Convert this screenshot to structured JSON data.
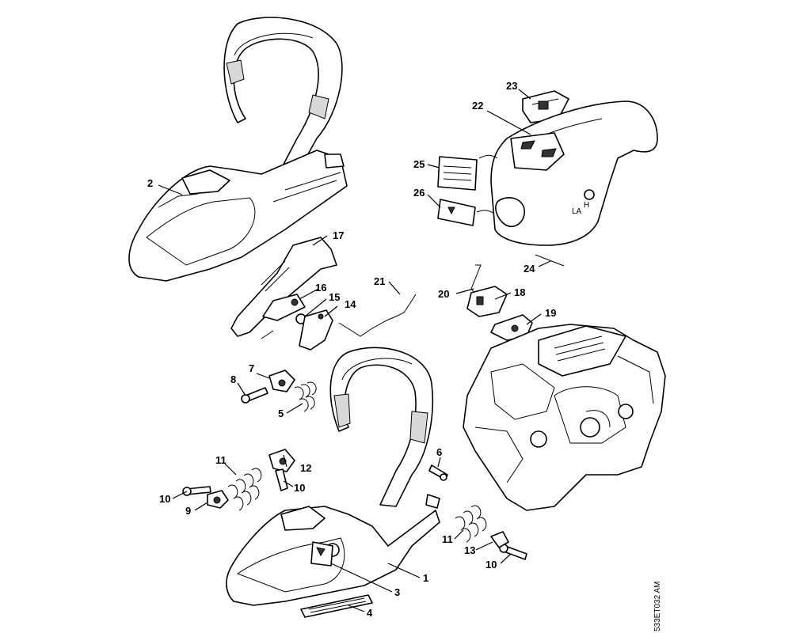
{
  "diagram": {
    "document_id": "533ET032 AM",
    "callouts": [
      {
        "id": "c1",
        "label": "1"
      },
      {
        "id": "c2",
        "label": "2"
      },
      {
        "id": "c3",
        "label": "3"
      },
      {
        "id": "c4",
        "label": "4"
      },
      {
        "id": "c5",
        "label": "5"
      },
      {
        "id": "c6",
        "label": "6"
      },
      {
        "id": "c7",
        "label": "7"
      },
      {
        "id": "c8",
        "label": "8"
      },
      {
        "id": "c9",
        "label": "9"
      },
      {
        "id": "c10a",
        "label": "10"
      },
      {
        "id": "c10b",
        "label": "10"
      },
      {
        "id": "c10c",
        "label": "10"
      },
      {
        "id": "c11a",
        "label": "11"
      },
      {
        "id": "c11b",
        "label": "11"
      },
      {
        "id": "c12",
        "label": "12"
      },
      {
        "id": "c13",
        "label": "13"
      },
      {
        "id": "c14",
        "label": "14"
      },
      {
        "id": "c15",
        "label": "15"
      },
      {
        "id": "c16",
        "label": "16"
      },
      {
        "id": "c17",
        "label": "17"
      },
      {
        "id": "c18",
        "label": "18"
      },
      {
        "id": "c19",
        "label": "19"
      },
      {
        "id": "c20",
        "label": "20"
      },
      {
        "id": "c21",
        "label": "21"
      },
      {
        "id": "c22",
        "label": "22"
      },
      {
        "id": "c23",
        "label": "23"
      },
      {
        "id": "c24",
        "label": "24"
      },
      {
        "id": "c25",
        "label": "25"
      },
      {
        "id": "c26",
        "label": "26"
      }
    ]
  }
}
